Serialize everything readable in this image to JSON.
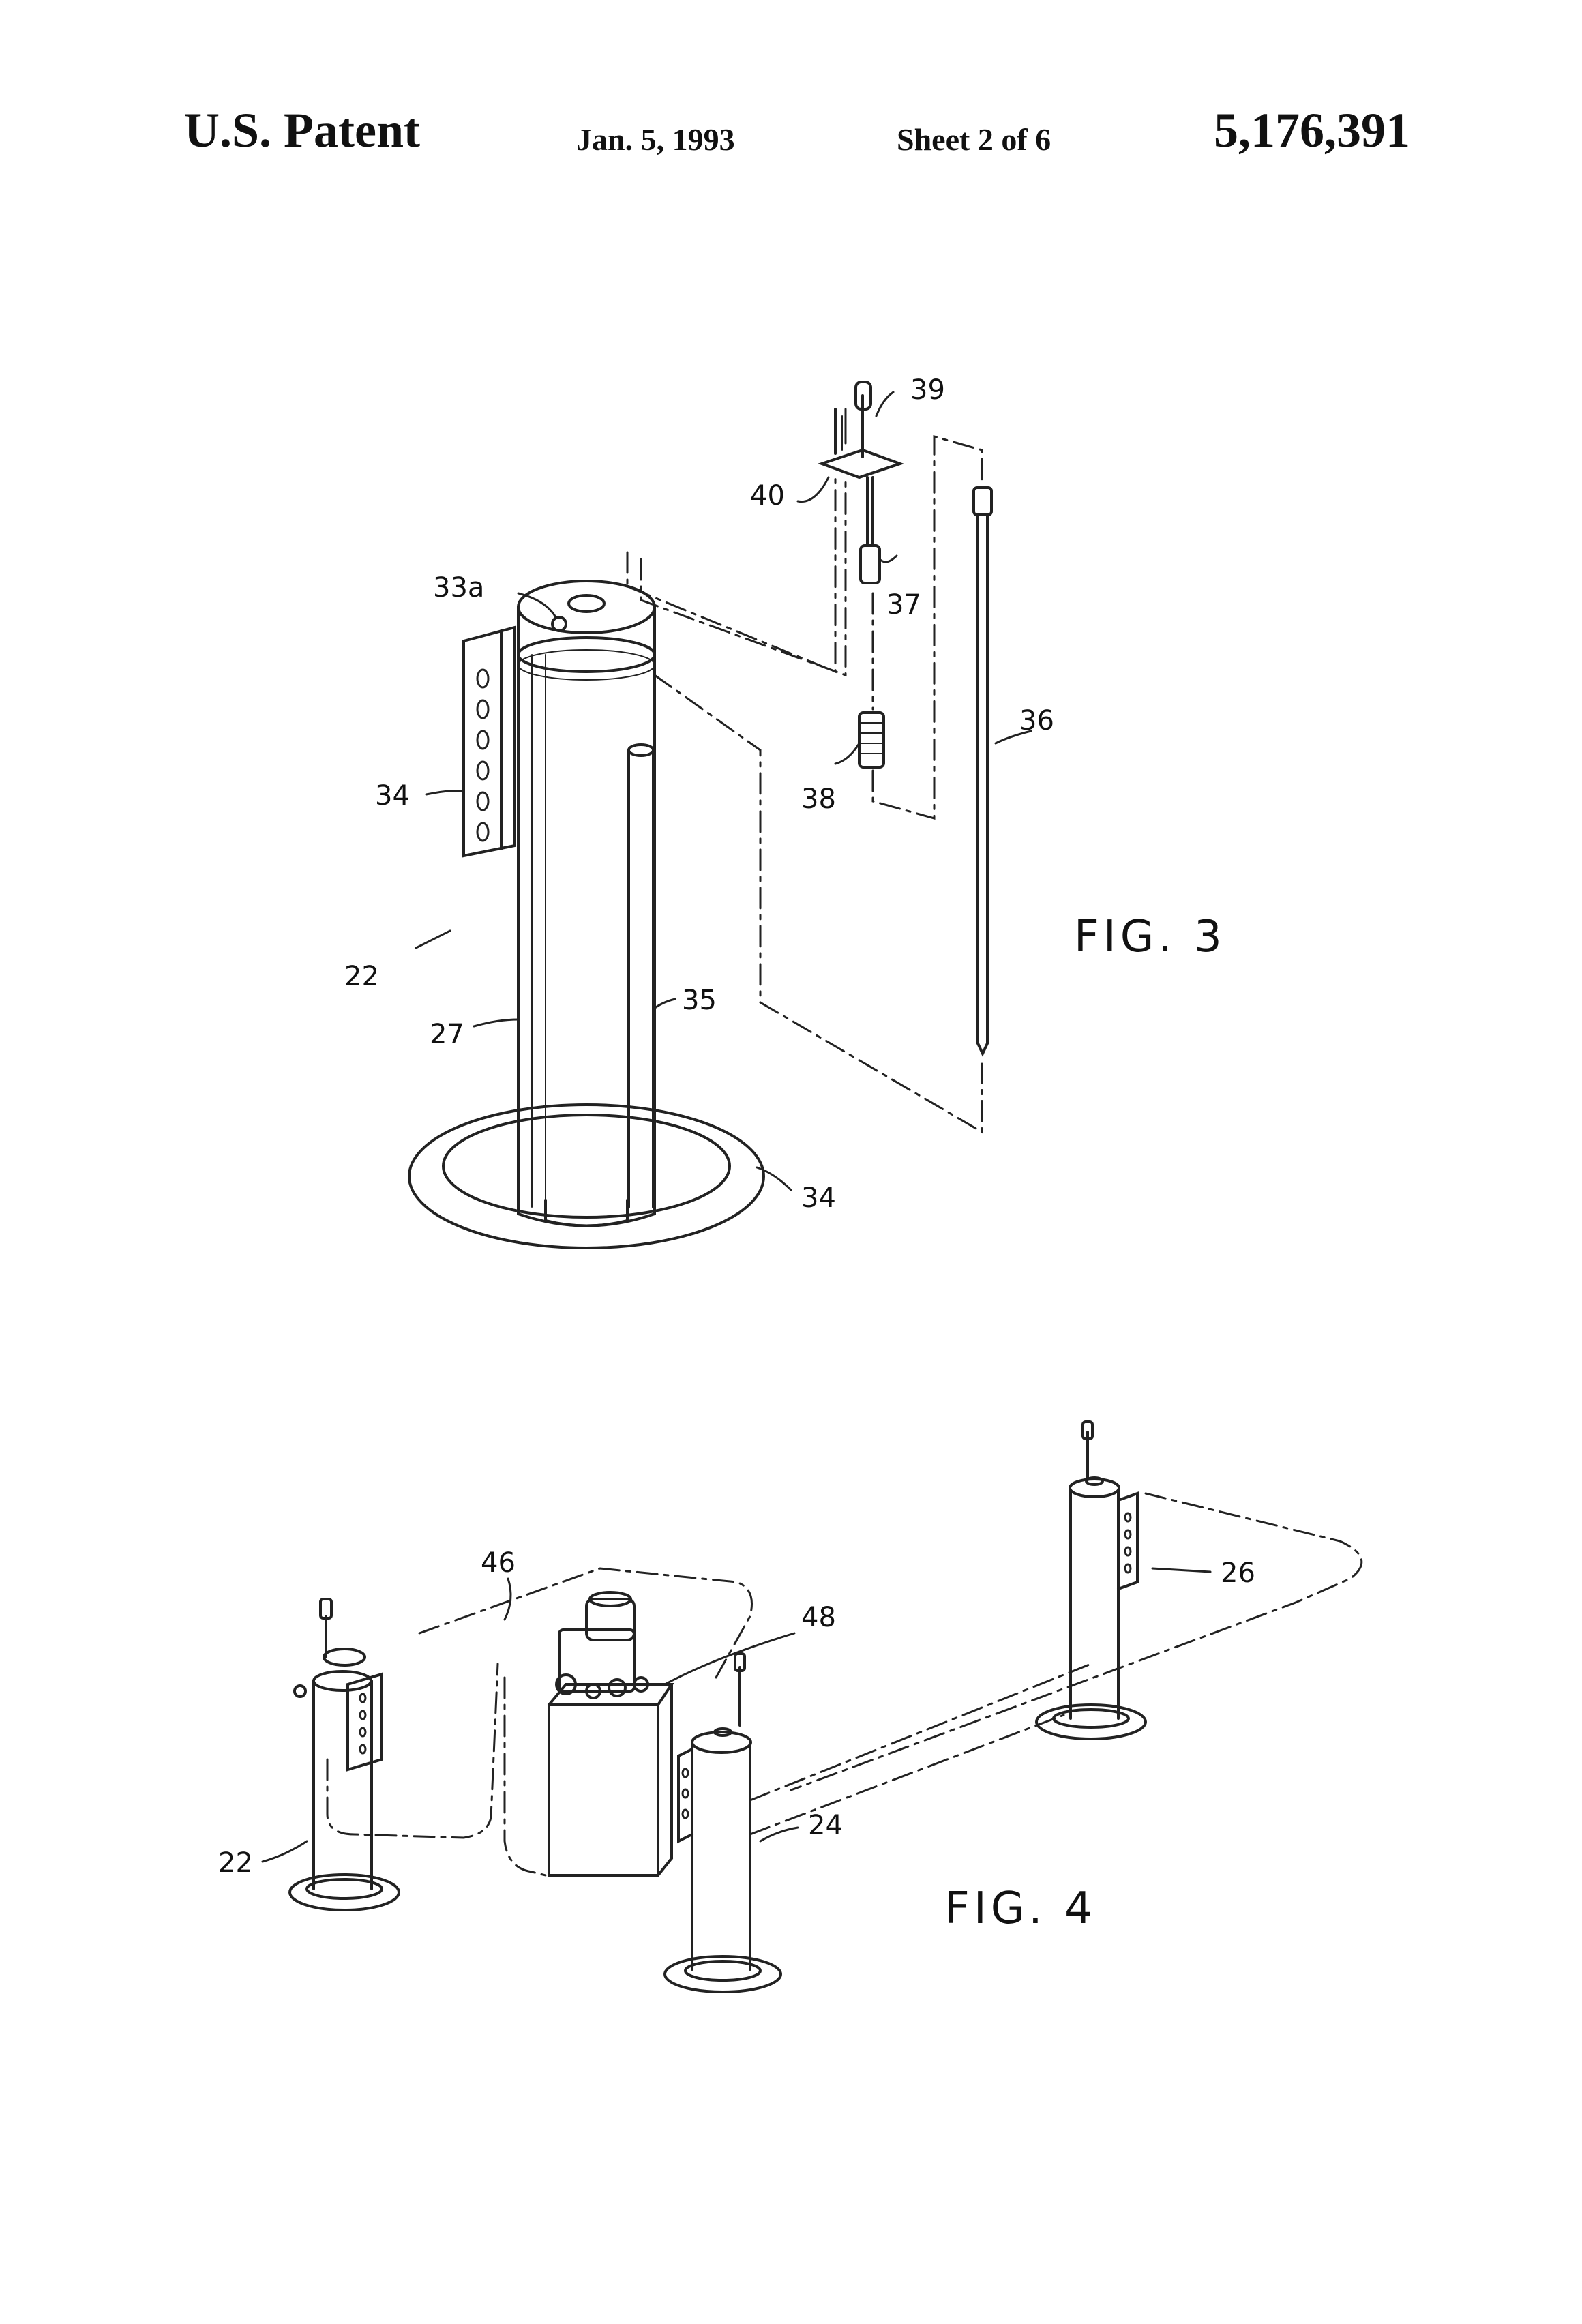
{
  "header": {
    "left": "U.S. Patent",
    "date": "Jan. 5, 1993",
    "sheet": "Sheet 2 of 6",
    "number": "5,176,391"
  },
  "figures": [
    {
      "label": "FIG. 3",
      "refs": [
        "39",
        "40",
        "37",
        "33a",
        "36",
        "34",
        "38",
        "22",
        "35",
        "27",
        "34"
      ]
    },
    {
      "label": "FIG. 4",
      "refs": [
        "46",
        "48",
        "26",
        "22",
        "24"
      ]
    }
  ]
}
